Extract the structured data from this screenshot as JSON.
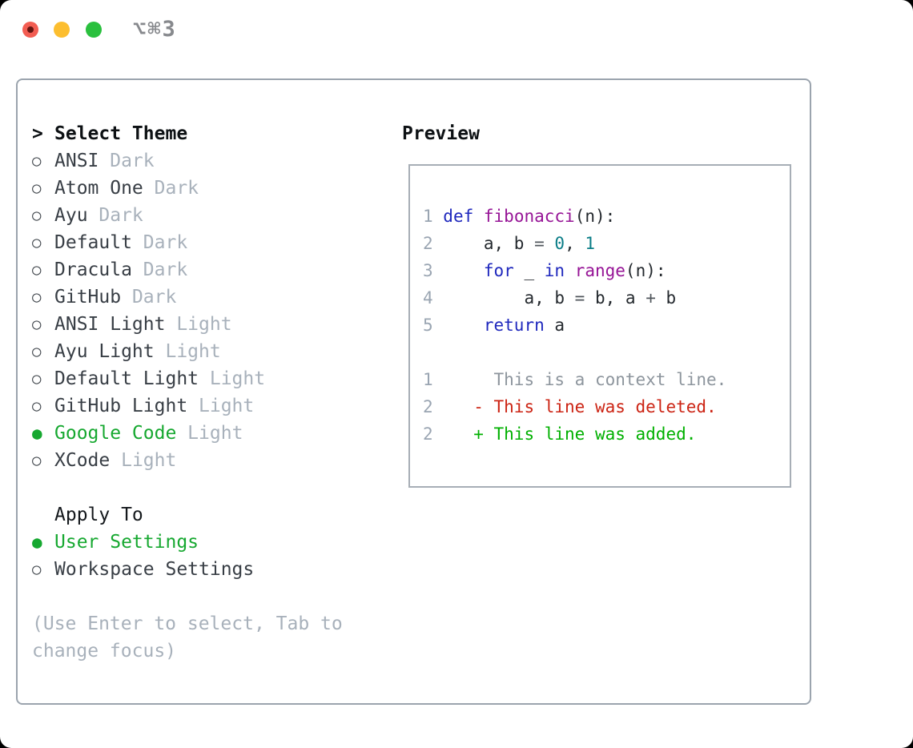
{
  "window": {
    "shortcut_label": "⌥⌘3",
    "traffic_lights": [
      "close",
      "minimize",
      "zoom"
    ]
  },
  "theme_panel": {
    "prompt": ">",
    "title": "Select Theme",
    "themes": [
      {
        "name": "ANSI",
        "variant": "Dark",
        "selected": false
      },
      {
        "name": "Atom One",
        "variant": "Dark",
        "selected": false
      },
      {
        "name": "Ayu",
        "variant": "Dark",
        "selected": false
      },
      {
        "name": "Default",
        "variant": "Dark",
        "selected": false
      },
      {
        "name": "Dracula",
        "variant": "Dark",
        "selected": false
      },
      {
        "name": "GitHub",
        "variant": "Dark",
        "selected": false
      },
      {
        "name": "ANSI Light",
        "variant": "Light",
        "selected": false
      },
      {
        "name": "Ayu Light",
        "variant": "Light",
        "selected": false
      },
      {
        "name": "Default Light",
        "variant": "Light",
        "selected": false
      },
      {
        "name": "GitHub Light",
        "variant": "Light",
        "selected": false
      },
      {
        "name": "Google Code",
        "variant": "Light",
        "selected": true
      },
      {
        "name": "XCode",
        "variant": "Light",
        "selected": false
      }
    ],
    "apply_to": {
      "title": "Apply To",
      "options": [
        {
          "label": "User Settings",
          "selected": true
        },
        {
          "label": "Workspace Settings",
          "selected": false
        }
      ]
    },
    "hint_lines": [
      "(Use Enter to select, Tab to",
      "change focus)"
    ],
    "radio_unselected_icon": "○",
    "radio_selected_icon": "●"
  },
  "preview": {
    "title": "Preview",
    "code_lines": [
      {
        "n": "1",
        "tokens": [
          [
            "kw",
            "def"
          ],
          [
            "pln",
            " "
          ],
          [
            "fn",
            "fibonacci"
          ],
          [
            "pln",
            "(n):"
          ]
        ]
      },
      {
        "n": "2",
        "tokens": [
          [
            "pln",
            "    a, b "
          ],
          [
            "op",
            "="
          ],
          [
            "pln",
            " "
          ],
          [
            "lit",
            "0"
          ],
          [
            "pln",
            ", "
          ],
          [
            "lit",
            "1"
          ]
        ]
      },
      {
        "n": "3",
        "tokens": [
          [
            "pln",
            "    "
          ],
          [
            "kw",
            "for"
          ],
          [
            "pln",
            " _ "
          ],
          [
            "kw",
            "in"
          ],
          [
            "pln",
            " "
          ],
          [
            "fn",
            "range"
          ],
          [
            "pln",
            "(n):"
          ]
        ]
      },
      {
        "n": "4",
        "tokens": [
          [
            "pln",
            "        a, b "
          ],
          [
            "op",
            "="
          ],
          [
            "pln",
            " b, a "
          ],
          [
            "op",
            "+"
          ],
          [
            "pln",
            " b"
          ]
        ]
      },
      {
        "n": "5",
        "tokens": [
          [
            "pln",
            "    "
          ],
          [
            "kw",
            "return"
          ],
          [
            "pln",
            " a"
          ]
        ]
      }
    ],
    "diff_lines": [
      {
        "n": "1",
        "marker": " ",
        "text": "This is a context line.",
        "type": "context"
      },
      {
        "n": "2",
        "marker": "-",
        "text": "This line was deleted.",
        "type": "deleted"
      },
      {
        "n": "2",
        "marker": "+",
        "text": "This line was added.",
        "type": "added"
      }
    ]
  },
  "colors": {
    "accent_green": "#16a830",
    "diff_added": "#00b000",
    "diff_deleted": "#cc2414",
    "diff_context": "#8d959d",
    "syntax_keyword": "#1f28bd",
    "syntax_function": "#961496",
    "syntax_literal": "#0a7d87",
    "code_plain": "#24292e",
    "line_number": "#9aa5b2",
    "muted_text": "#a8b1bb",
    "primary_text": "#383e45",
    "panel_border": "#9ba4ae",
    "traffic_red": "#f25d52",
    "traffic_yellow": "#fcbe2f",
    "traffic_green": "#2ac03e"
  }
}
